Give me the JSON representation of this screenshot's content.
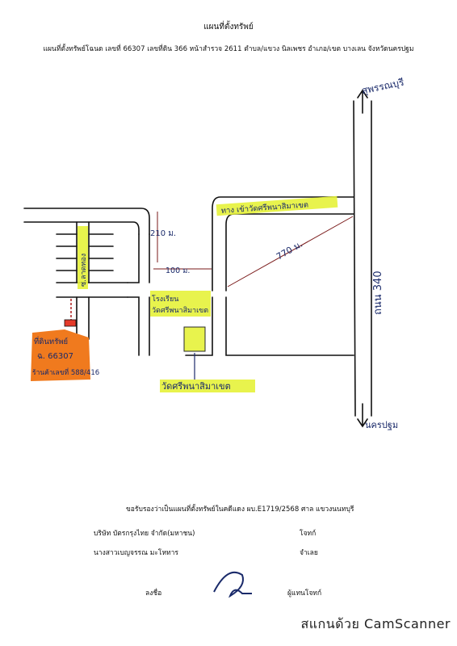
{
  "header": {
    "title": "แผนที่ตั้งทรัพย์",
    "subtitle": "แผนที่ตั้งทรัพย์โฉนด เลขที่ 66307  เลขที่ดิน  366  หน้าสำรวจ 2611  ตำบล/แขวง นิลเพชร อำเภอ/เขต บางเลน จังหวัดนครปฐม"
  },
  "map": {
    "road_top_label": "สุพรรณบุรี",
    "road_bottom_label": "นครปฐม",
    "highway_label": "ถนน 340",
    "entrance_road_label": "ทาง เข้าวัดศรีพนาสิมาเขต",
    "side_soi_label": "ซ.ลาดทอง",
    "dist_210": "210 ม.",
    "dist_100": "100 ม.",
    "dist_770": "770 ม.",
    "school_label_1": "โรงเรียน",
    "school_label_2": "วัดศรีพนาสิมาเขต",
    "temple_label": "วัดศรีพนาสิมาเขต",
    "property_label_1": "ที่ดินทรัพย์",
    "property_label_2": "ฉ. 66307",
    "property_label_3": "ร้านค้าเลขที่ 588/416",
    "colors": {
      "highlight_yellow": "#e6f23a",
      "highlight_orange": "#f07a1e",
      "ink": "#1a2a6a",
      "road": "#111111"
    }
  },
  "footer": {
    "certify_line": "ขอรับรองว่าเป็นแผนที่ตั้งทรัพย์ในคดีแดง ผบ.E1719/2568  ศาล  แขวงนนทบุรี",
    "company": "บริษัท บัตรกรุงไทย จำกัด(มหาชน)",
    "plaintiff": "โจทก์",
    "defendant_name": "นางสาวเบญจรรณ มะโหทาร",
    "defendant": "จำเลย",
    "sign_label": "ลงชื่อ",
    "attorney": "ผู้แทนโจทก์"
  },
  "watermark": "สแกนด้วย CamScanner"
}
